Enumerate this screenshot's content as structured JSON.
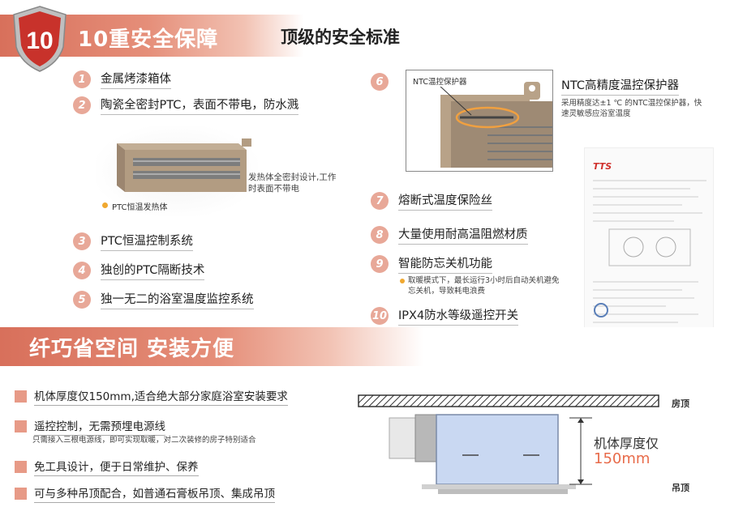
{
  "badge": {
    "number": "10"
  },
  "header": {
    "title": "10重安全保障",
    "subtitle": "顶级的安全标准"
  },
  "features_left": [
    {
      "num": "1",
      "label": "金属烤漆箱体"
    },
    {
      "num": "2",
      "label": "陶瓷全密封PTC，表面不带电，防水溅"
    },
    {
      "num": "3",
      "label": "PTC恒温控制系统"
    },
    {
      "num": "4",
      "label": "独创的PTC隔断技术"
    },
    {
      "num": "5",
      "label": "独一无二的浴室温度监控系统"
    }
  ],
  "ptc_image": {
    "caption": "发热体全密封设计,工作时表面不带电",
    "legend": "PTC恒温发热体"
  },
  "features_right": [
    {
      "num": "6",
      "label": "NTC高精度温控保护器",
      "desc": "采用精度达±1 ℃ 的NTC温控保护器，快速灵敏感应浴室温度"
    },
    {
      "num": "7",
      "label": "熔断式温度保险丝"
    },
    {
      "num": "8",
      "label": "大量使用耐高温阻燃材质"
    },
    {
      "num": "9",
      "label": "智能防忘关机功能",
      "desc": "取暖模式下，最长运行3小时后自动关机避免忘关机，导致耗电浪费"
    },
    {
      "num": "10",
      "label": "IPX4防水等级遥控开关"
    }
  ],
  "ntc_image": {
    "label": "NTC温控保护器"
  },
  "certificate": {
    "logo": "TTS"
  },
  "section2": {
    "title": "纤巧省空间 安装方便"
  },
  "bullets": [
    {
      "label": "机体厚度仅150mm,适合绝大部分家庭浴室安装要求",
      "sub": ""
    },
    {
      "label": "遥控控制，无需预埋电源线",
      "sub": "只需接入三根电源线，即可实现取暖，对二次装修的房子特别适合"
    },
    {
      "label": "免工具设计，便于日常维护、保养",
      "sub": ""
    },
    {
      "label": "可与多种吊顶配合，如普通石膏板吊顶、集成吊顶",
      "sub": ""
    }
  ],
  "install": {
    "roof": "房顶",
    "ceiling": "吊顶",
    "thickness_label": "机体厚度仅",
    "thickness_value": "150mm"
  },
  "colors": {
    "accent": "#e58e79",
    "dark_accent": "#d8705b",
    "blue": "#c9d8f2"
  }
}
